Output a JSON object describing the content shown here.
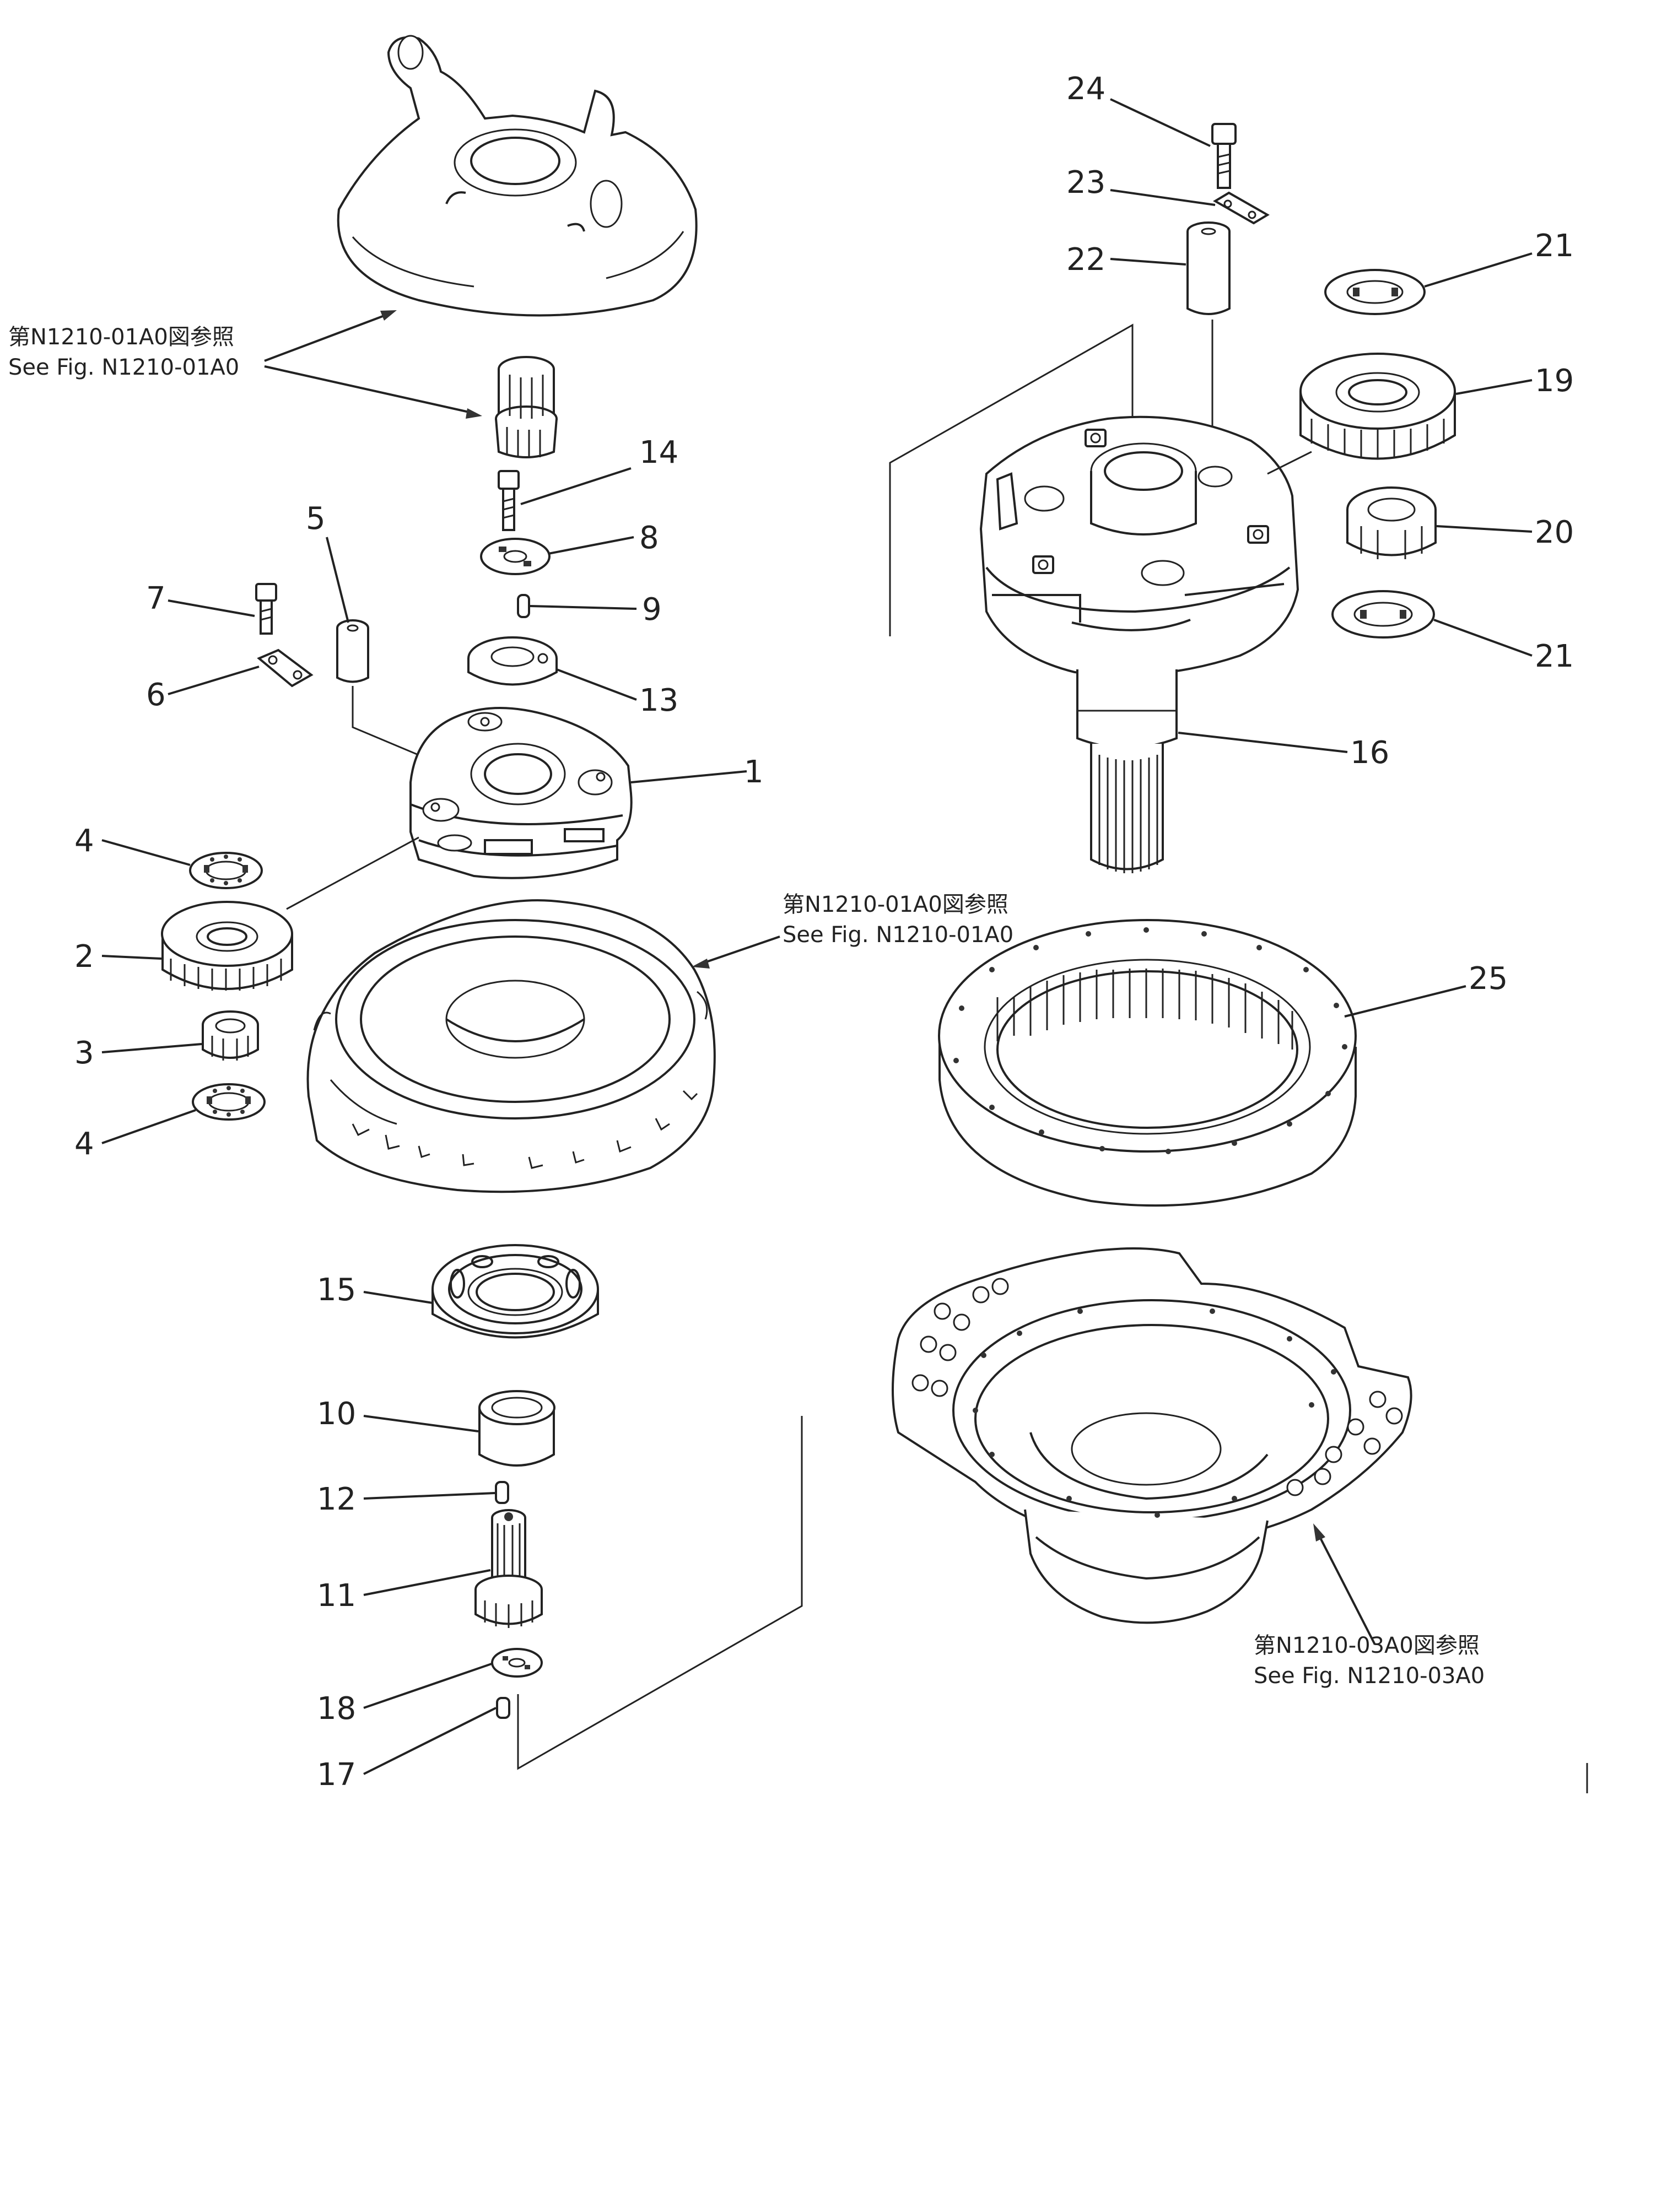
{
  "callouts": [
    {
      "id": "1",
      "label": "1"
    },
    {
      "id": "2",
      "label": "2"
    },
    {
      "id": "3",
      "label": "3"
    },
    {
      "id": "4a",
      "label": "4"
    },
    {
      "id": "4b",
      "label": "4"
    },
    {
      "id": "5",
      "label": "5"
    },
    {
      "id": "6",
      "label": "6"
    },
    {
      "id": "7",
      "label": "7"
    },
    {
      "id": "8",
      "label": "8"
    },
    {
      "id": "9",
      "label": "9"
    },
    {
      "id": "10",
      "label": "10"
    },
    {
      "id": "11",
      "label": "11"
    },
    {
      "id": "12",
      "label": "12"
    },
    {
      "id": "13",
      "label": "13"
    },
    {
      "id": "14",
      "label": "14"
    },
    {
      "id": "15",
      "label": "15"
    },
    {
      "id": "16",
      "label": "16"
    },
    {
      "id": "17",
      "label": "17"
    },
    {
      "id": "18",
      "label": "18"
    },
    {
      "id": "19",
      "label": "19"
    },
    {
      "id": "20",
      "label": "20"
    },
    {
      "id": "21a",
      "label": "21"
    },
    {
      "id": "21b",
      "label": "21"
    },
    {
      "id": "22",
      "label": "22"
    },
    {
      "id": "23",
      "label": "23"
    },
    {
      "id": "24",
      "label": "24"
    },
    {
      "id": "25",
      "label": "25"
    }
  ],
  "references": {
    "ref_top_left": {
      "jp": "第N1210-01A0図参照",
      "en": "See  Fig. N1210-01A0"
    },
    "ref_middle": {
      "jp": "第N1210-01A0図参照",
      "en": "See  Fig. N1210-01A0"
    },
    "ref_bottom_right": {
      "jp": "第N1210-03A0図参照",
      "en": "See  Fig. N1210-03A0"
    }
  }
}
